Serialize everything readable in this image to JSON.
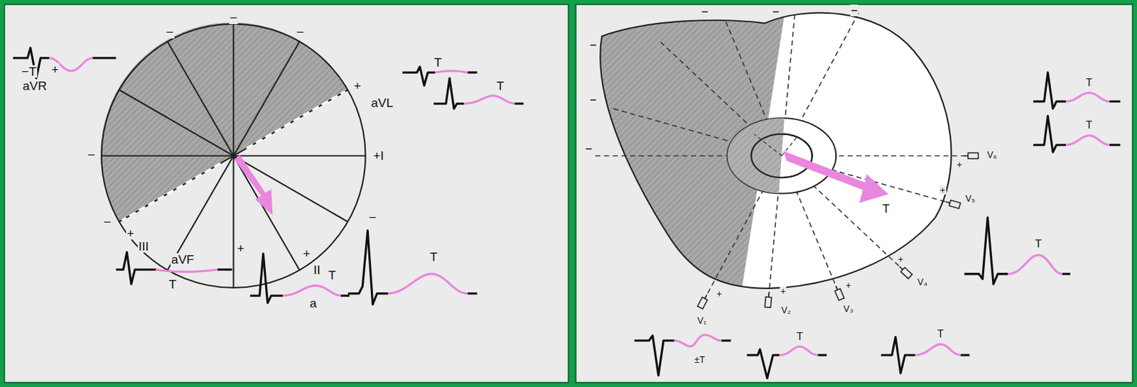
{
  "diagram": {
    "labels": [
      "−T",
      "+",
      "aVR",
      "−",
      "−",
      "−",
      "+",
      "aVL",
      "T",
      "T",
      "−",
      "+I",
      "−",
      "−",
      "+",
      "III",
      "aVF",
      "+",
      "+",
      "II",
      "T",
      "T",
      "T",
      "a",
      "−",
      "−",
      "−",
      "−",
      "−",
      "−",
      "T",
      "+",
      "V₆",
      "+",
      "V₅",
      "+",
      "V₄",
      "+",
      "V₃",
      "+",
      "V₂",
      "+",
      "V₁",
      "T",
      "T",
      "T",
      "±T",
      "T",
      "T"
    ]
  }
}
